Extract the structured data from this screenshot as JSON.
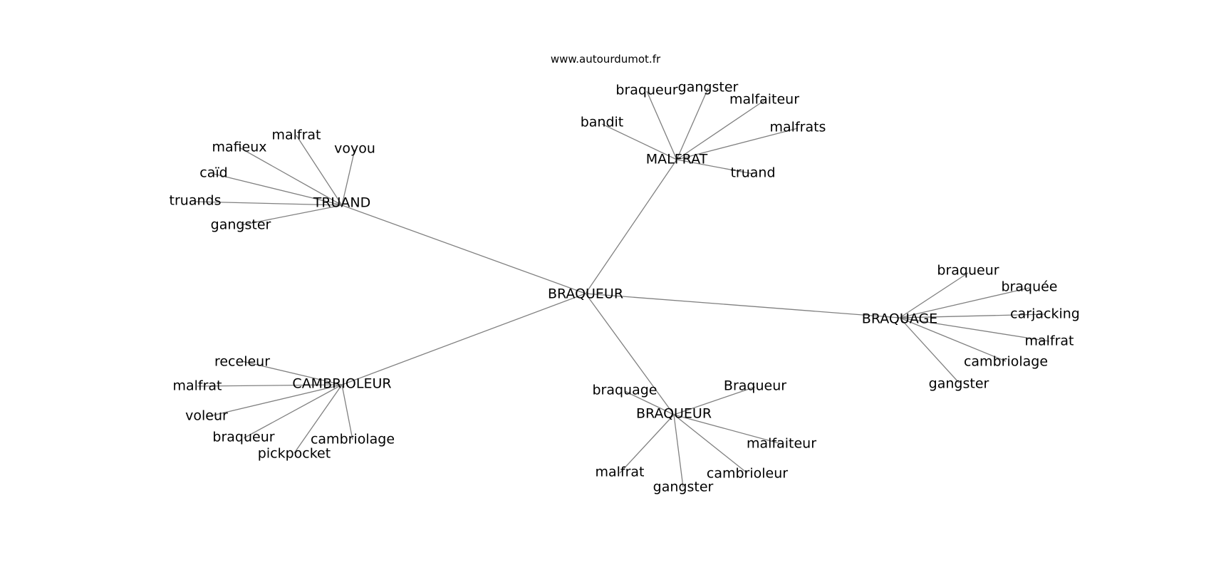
{
  "source": "www.autourdumot.fr",
  "graph": {
    "center": "BRAQUEUR",
    "clusters": [
      {
        "hub": "TRUAND",
        "words": [
          "malfrat",
          "voyou",
          "mafieux",
          "caïd",
          "truands",
          "gangster"
        ]
      },
      {
        "hub": "MALFRAT",
        "words": [
          "braqueur",
          "gangster",
          "malfaiteur",
          "bandit",
          "malfrats",
          "truand"
        ]
      },
      {
        "hub": "BRAQUAGE",
        "words": [
          "braqueur",
          "braquée",
          "carjacking",
          "malfrat",
          "cambriolage",
          "gangster"
        ]
      },
      {
        "hub": "CAMBRIOLEUR",
        "words": [
          "receleur",
          "malfrat",
          "voleur",
          "braqueur",
          "pickpocket",
          "cambriolage"
        ]
      },
      {
        "hub": "BRAQUEUR",
        "words": [
          "braquage",
          "Braqueur",
          "malfaiteur",
          "malfrat",
          "cambrioleur",
          "gangster"
        ]
      }
    ]
  }
}
